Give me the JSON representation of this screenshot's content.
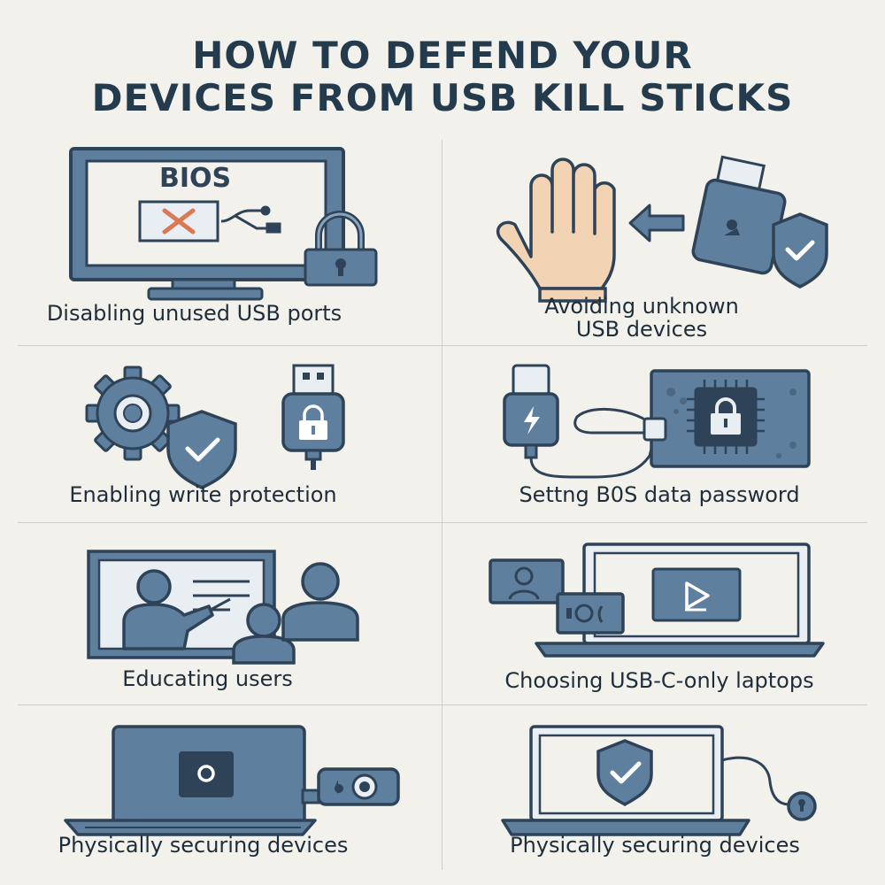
{
  "title": {
    "line1": "HOW TO DEFEND YOUR",
    "line2": "DEVICES FROM USB KILL STICKS"
  },
  "palette": {
    "background": "#f2f1ec",
    "outline": "#2e4357",
    "fill_blue": "#5f7f9f",
    "fill_light": "#e9eef2",
    "accent_orange": "#d97a57",
    "skin": "#f2d3b3"
  },
  "cells": [
    {
      "caption": "Disabling unused USB ports",
      "screen_text": "BIOS",
      "icons": [
        "monitor-icon",
        "cross-icon",
        "usb-cable-icon",
        "padlock-icon"
      ]
    },
    {
      "caption_line1": "Avoiding unknown",
      "caption_line2": "USB devices",
      "icons": [
        "hand-stop-icon",
        "arrow-left-icon",
        "usb-stick-icon",
        "shield-check-icon"
      ]
    },
    {
      "caption": "Enabling write protection",
      "icons": [
        "gear-icon",
        "shield-check-icon",
        "usb-lock-icon"
      ]
    },
    {
      "caption": "Settng B0S data password",
      "icons": [
        "usb-c-plug-icon",
        "cable-icon",
        "motherboard-lock-icon"
      ]
    },
    {
      "caption": "Educating users",
      "icons": [
        "presentation-board-icon",
        "presenter-icon",
        "audience-icon"
      ]
    },
    {
      "caption": "Choosing USB-C-only laptops",
      "icons": [
        "video-call-icon",
        "laptop-icon",
        "play-icon",
        "camera-icon"
      ]
    },
    {
      "caption": "Physically securing devices",
      "icons": [
        "laptop-icon",
        "port-lock-icon",
        "camera-icon"
      ]
    },
    {
      "caption": "Physically securing devices",
      "icons": [
        "laptop-icon",
        "shield-check-icon",
        "cable-lock-icon"
      ]
    }
  ]
}
